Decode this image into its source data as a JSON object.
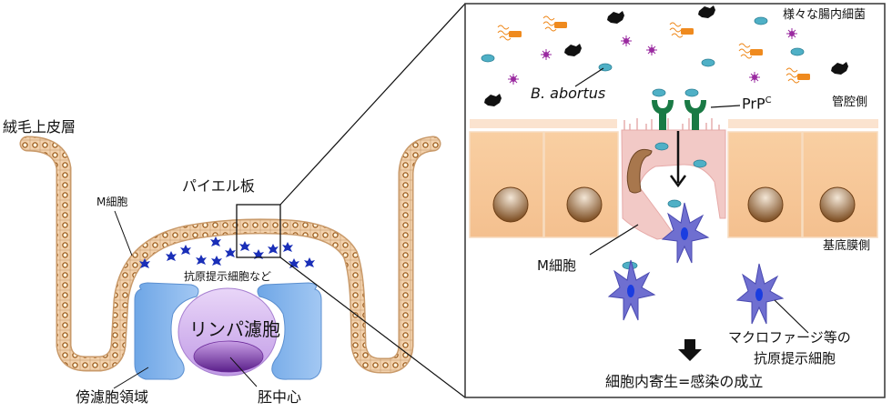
{
  "left_panel": {
    "villus_epithelium_label": "絨毛上皮層",
    "m_cell_label": "M細胞",
    "peyers_patch_label": "パイエル板",
    "apc_label": "抗原提示細胞など",
    "lymph_follicle_label": "リンパ濾胞",
    "parafollicular_label": "傍濾胞領域",
    "germinal_center_label": "胚中心"
  },
  "right_panel": {
    "gut_bacteria_label": "様々な腸内細菌",
    "b_abortus_label": "B. abortus",
    "prp_label": "PrP",
    "prp_superscript": "C",
    "lumen_side_label": "管腔側",
    "basal_side_label": "基底膜側",
    "m_cell_label": "M細胞",
    "macrophage_label_line1": "マクロファージ等の",
    "macrophage_label_line2": "抗原提示細胞",
    "outcome_label": "細胞内寄生=感染の成立"
  },
  "colors": {
    "epithelium_fill": "#f6c89a",
    "m_cell_fill": "#f2c4c4",
    "nucleus": "#8a5a2a",
    "receptor_green": "#1a7a45",
    "brucella_blue": "#4fb0c6",
    "apc_purple": "#6f6fd0",
    "apc_nucleus": "#1a3de0",
    "follicle_fill": "#d7b7f0",
    "germinal_center": "#7a3aa8",
    "parafollicular_blue": "#7fb2ea",
    "bacteria_orange": "#ef8a1e",
    "bacteria_magenta": "#9a2aa0"
  }
}
